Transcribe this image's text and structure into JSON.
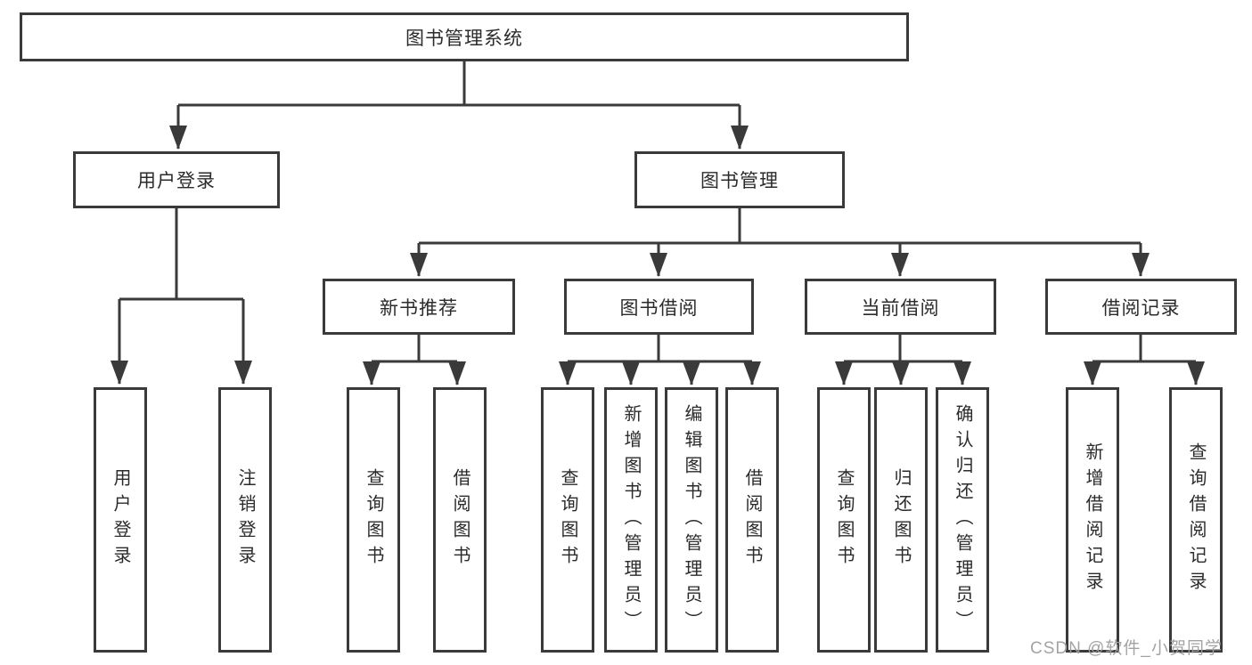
{
  "tree": {
    "root": {
      "label": "图书管理系统"
    },
    "login": {
      "label": "用户登录",
      "children": [
        "用户登录",
        "注销登录"
      ]
    },
    "mgmt": {
      "label": "图书管理",
      "sections": [
        {
          "label": "新书推荐",
          "children": [
            "查询图书",
            "借阅图书"
          ]
        },
        {
          "label": "图书借阅",
          "children": [
            "查询图书",
            "新增图书（管理员）",
            "编辑图书（管理员）",
            "借阅图书"
          ]
        },
        {
          "label": "当前借阅",
          "children": [
            "查询图书",
            "归还图书",
            "确认归还（管理员）"
          ]
        },
        {
          "label": "借阅记录",
          "children": [
            "新增借阅记录",
            "查询借阅记录"
          ]
        }
      ]
    }
  },
  "colors": {
    "line": "#3a3a3a",
    "text": "#2b2b2b",
    "watermark": "#9e9e9e"
  },
  "watermark": {
    "text": "CSDN @软件_小贺同学"
  }
}
